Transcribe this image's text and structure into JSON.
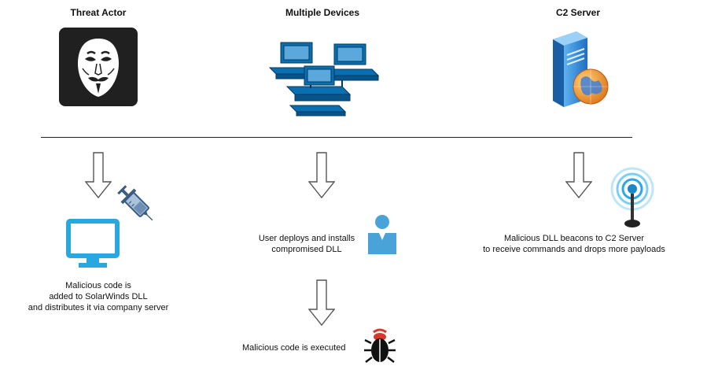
{
  "columns": [
    {
      "heading": "Threat Actor",
      "icon": "anonymous-mask-icon",
      "step_icons": [
        "monitor-icon",
        "syringe-icon"
      ],
      "caption_lines": [
        "Malicious code is",
        "added to SolarWinds DLL",
        "and distributes it via company server"
      ]
    },
    {
      "heading": "Multiple Devices",
      "icon": "networked-computers-icon",
      "step_icons": [
        "user-icon"
      ],
      "caption_lines": [
        "User deploys and installs",
        "compromised DLL"
      ],
      "final_step": {
        "caption": "Malicious code is executed",
        "icon": "bug-icon"
      }
    },
    {
      "heading": "C2 Server",
      "icon": "web-server-icon",
      "step_icons": [
        "wireless-beacon-icon"
      ],
      "caption_lines": [
        "Malicious DLL beacons to C2 Server",
        "to receive commands and drops more payloads"
      ]
    }
  ],
  "colors": {
    "monitor": "#29a8e0",
    "syringe": "#6e8fb3",
    "network_pc": "#0a6fb0",
    "user": "#4aa3d8",
    "server": "#2a7fd0",
    "globe": "#f09a2e",
    "beacon": "#2aa8e8",
    "bug": "#111111",
    "bug_accent": "#d9362b",
    "arrow": "#555555"
  }
}
